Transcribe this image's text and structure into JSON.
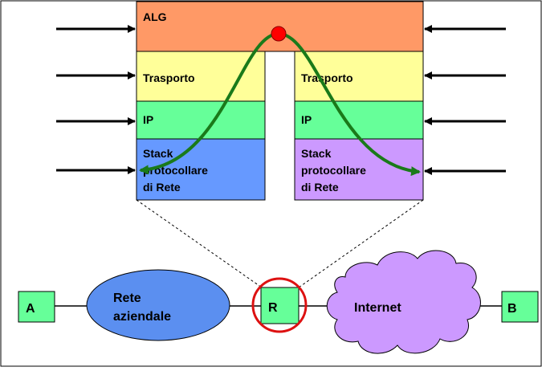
{
  "stack": {
    "alg_label": "ALG",
    "left": {
      "transport_label": "Trasporto",
      "ip_label": "IP",
      "network_label_lines": [
        "Stack",
        "protocollare",
        "di Rete"
      ]
    },
    "right": {
      "transport_label": "Trasporto",
      "ip_label": "IP",
      "network_label_lines": [
        "Stack",
        "protocollare",
        "di Rete"
      ]
    }
  },
  "network": {
    "host_a_label": "A",
    "enterprise_network_label_lines": [
      "Rete",
      "aziendale"
    ],
    "router_label": "R",
    "internet_label": "Internet",
    "host_b_label": "B"
  },
  "colors": {
    "alg": "#ff9966",
    "transport": "#ffff99",
    "ip": "#66ff99",
    "network_left": "#6699ff",
    "network_right": "#cc99ff",
    "enterprise_network": "#5b8ff0",
    "internet_cloud": "#cc99ff",
    "host_box": "#66ff99",
    "curve": "#1a7a1a",
    "alg_point": "#ff0000",
    "highlight_ring": "#dd1111"
  }
}
